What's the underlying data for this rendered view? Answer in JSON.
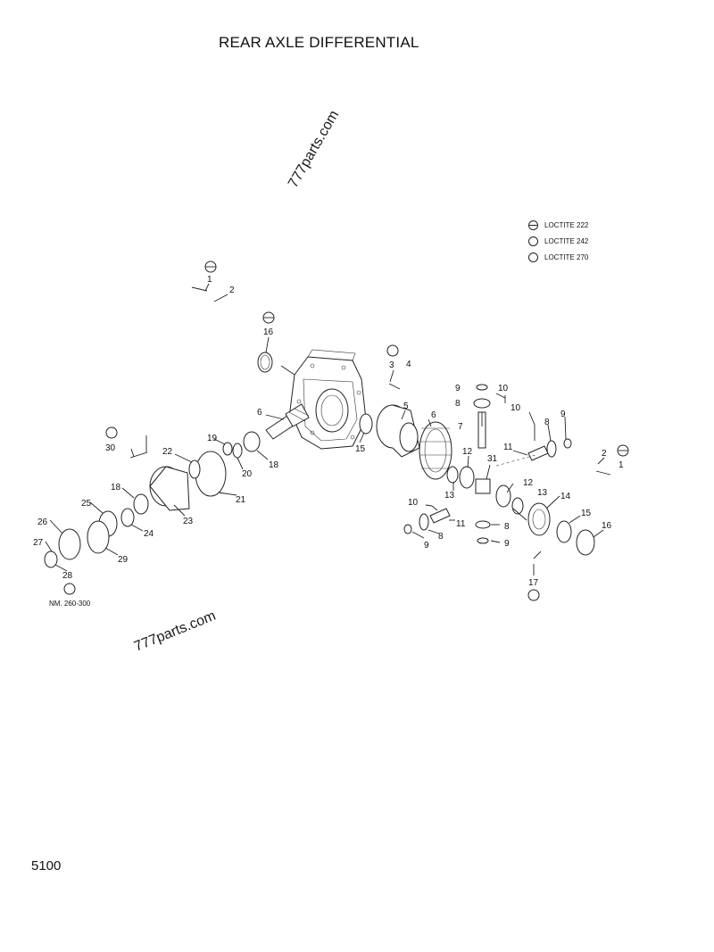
{
  "title": "REAR AXLE DIFFERENTIAL",
  "page_number": "5100",
  "watermark": "777parts.com",
  "legend": [
    {
      "icon": "circle-with-line-icon",
      "label": "LOCTITE 222"
    },
    {
      "icon": "circle-icon",
      "label": "LOCTITE 242"
    },
    {
      "icon": "circle-icon",
      "label": "LOCTITE 270"
    }
  ],
  "torque_note": "NM. 260-300",
  "callouts": [
    "1",
    "2",
    "3",
    "4",
    "5",
    "6",
    "7",
    "8",
    "9",
    "10",
    "11",
    "12",
    "13",
    "14",
    "15",
    "16",
    "17",
    "18",
    "19",
    "20",
    "21",
    "22",
    "23",
    "24",
    "25",
    "26",
    "27",
    "28",
    "29",
    "30",
    "31"
  ]
}
